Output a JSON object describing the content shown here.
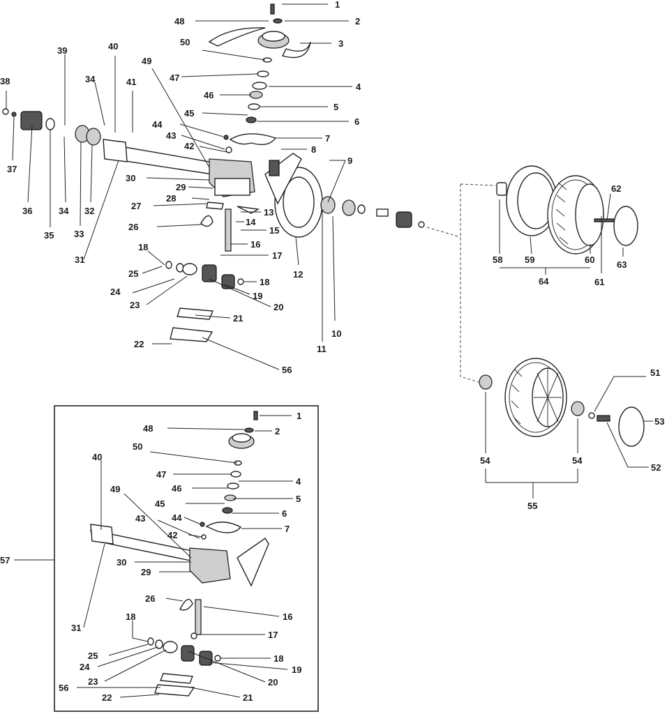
{
  "diagram": {
    "main_labels": [
      "1",
      "2",
      "3",
      "4",
      "5",
      "6",
      "7",
      "8",
      "9",
      "10",
      "11",
      "12",
      "13",
      "14",
      "15",
      "16",
      "17",
      "18",
      "18",
      "19",
      "20",
      "21",
      "22",
      "23",
      "24",
      "25",
      "26",
      "27",
      "28",
      "29",
      "30",
      "31",
      "32",
      "33",
      "34",
      "34",
      "35",
      "36",
      "37",
      "38",
      "39",
      "40",
      "41",
      "42",
      "43",
      "44",
      "45",
      "46",
      "47",
      "48",
      "49",
      "50",
      "56"
    ],
    "wheel_upper_labels": [
      "58",
      "59",
      "60",
      "61",
      "62",
      "63",
      "64"
    ],
    "wheel_lower_labels": [
      "51",
      "52",
      "53",
      "54",
      "54",
      "55"
    ],
    "inset_labels": [
      "1",
      "2",
      "4",
      "5",
      "6",
      "7",
      "16",
      "17",
      "18",
      "18",
      "19",
      "20",
      "21",
      "22",
      "23",
      "24",
      "25",
      "26",
      "29",
      "30",
      "31",
      "40",
      "42",
      "43",
      "44",
      "45",
      "46",
      "47",
      "48",
      "49",
      "50",
      "56"
    ],
    "assembly_label": "57"
  }
}
